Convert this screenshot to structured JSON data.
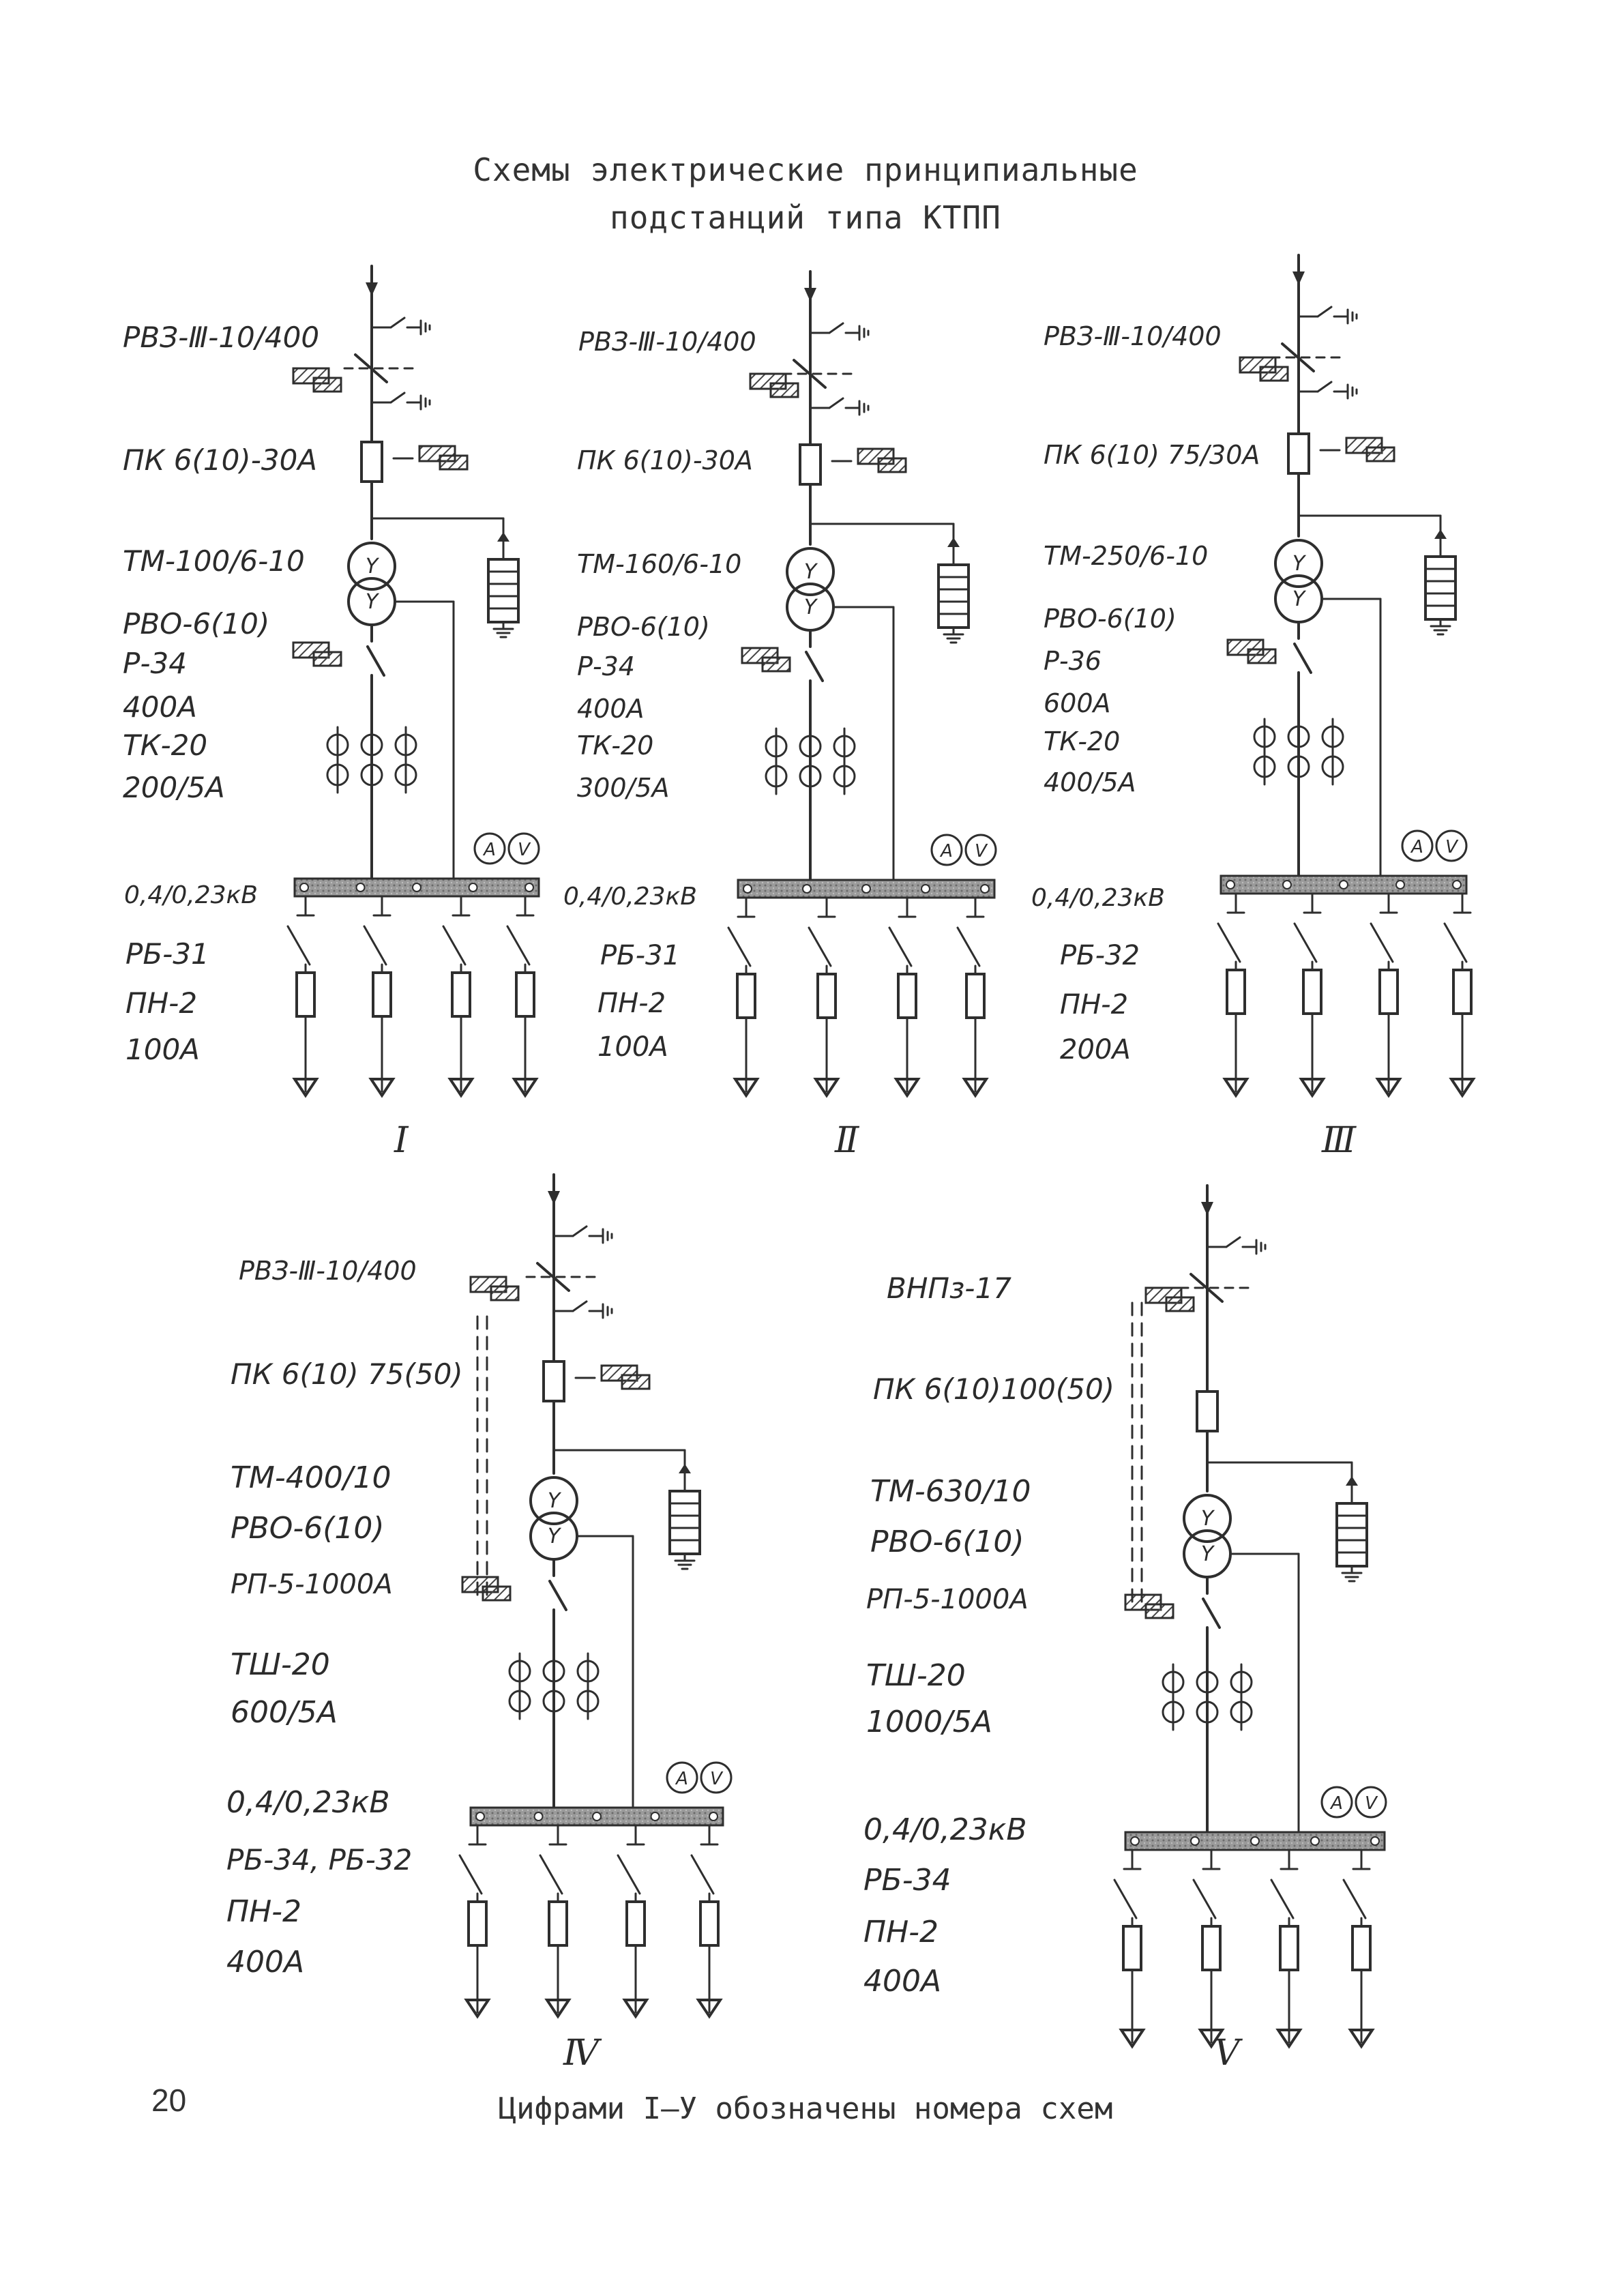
{
  "header": {
    "title_line1": "Схемы электрические принципиальные",
    "title_line2": "подстанций типа КТПП"
  },
  "footer": {
    "page_number": "20",
    "caption": "Цифрами I–У обозначены номера схем"
  },
  "schemes": [
    {
      "numeral": "I",
      "disconnector": "РВЗ-Ⅲ-10/400",
      "fuse": "ПК 6(10)-30А",
      "transformer": "ТМ-100/6-10",
      "arrester": "РВО-6(10)",
      "switch": "Р-34",
      "switch_current": "400А",
      "current_transformer": "ТК-20",
      "ct_ratio": "200/5А",
      "voltage": "0,4/0,23кВ",
      "feeder_breaker": "РБ-31",
      "feeder_fuse": "ПН-2",
      "feeder_current": "100А"
    },
    {
      "numeral": "Ⅱ",
      "disconnector": "РВЗ-Ⅲ-10/400",
      "fuse": "ПК 6(10)-30А",
      "transformer": "ТМ-160/6-10",
      "arrester": "РВО-6(10)",
      "switch": "Р-34",
      "switch_current": "400А",
      "current_transformer": "ТК-20",
      "ct_ratio": "300/5А",
      "voltage": "0,4/0,23кВ",
      "feeder_breaker": "РБ-31",
      "feeder_fuse": "ПН-2",
      "feeder_current": "100А"
    },
    {
      "numeral": "Ⅲ",
      "disconnector": "РВЗ-Ⅲ-10/400",
      "fuse": "ПК 6(10) 75/30А",
      "transformer": "ТМ-250/6-10",
      "arrester": "РВО-6(10)",
      "switch": "Р-36",
      "switch_current": "600А",
      "current_transformer": "ТК-20",
      "ct_ratio": "400/5А",
      "voltage": "0,4/0,23кВ",
      "feeder_breaker": "РБ-32",
      "feeder_fuse": "ПН-2",
      "feeder_current": "200А"
    },
    {
      "numeral": "Ⅳ",
      "disconnector": "РВЗ-Ⅲ-10/400",
      "fuse": "ПК 6(10) 75(50)",
      "transformer": "ТМ-400/10",
      "arrester": "РВО-6(10)",
      "switch": "РП-5-1000А",
      "current_transformer": "ТШ-20",
      "ct_ratio": "600/5А",
      "voltage": "0,4/0,23кВ",
      "feeder_breaker": "РБ-34, РБ-32",
      "feeder_fuse": "ПН-2",
      "feeder_current": "400А"
    },
    {
      "numeral": "Ⅴ",
      "disconnector": "ВНПз-17",
      "fuse": "ПК 6(10)100(50)",
      "transformer": "ТМ-630/10",
      "arrester": "РВО-6(10)",
      "switch": "РП-5-1000А",
      "current_transformer": "ТШ-20",
      "ct_ratio": "1000/5А",
      "voltage": "0,4/0,23кВ",
      "feeder_breaker": "РБ-34",
      "feeder_fuse": "ПН-2",
      "feeder_current": "400А"
    }
  ],
  "meters": {
    "ammeter": "A",
    "voltmeter": "V"
  }
}
